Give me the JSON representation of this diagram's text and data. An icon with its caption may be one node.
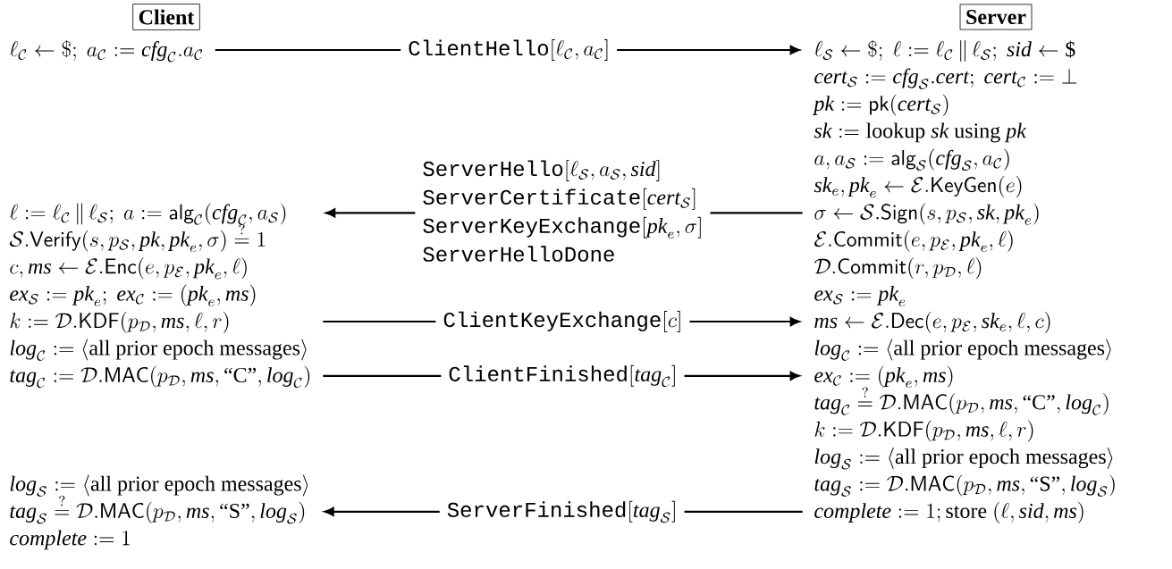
{
  "diagram": {
    "nodes": [
      {
        "text": [
          "Client"
        ]
      },
      {
        "text": [
          "Server"
        ]
      },
      {
        "text": [
          "\\ell_{\\mathcal{C}} \\leftarrow \\$;\\ a_{\\mathcal{C}} := \\mathit{cfg}_{\\mathcal{C}}.a_{\\mathcal{C}}"
        ]
      },
      {
        "text": [
          "\\ell_{\\mathcal{S}} \\leftarrow \\$;\\ \\ell := \\ell_{\\mathcal{C}} \\,\\|\\, \\ell_{\\mathcal{S}};\\ \\mathit{sid} \\leftarrow \\text{\\$}",
          "\\mathit{cert}_{\\mathcal{S}} := \\mathit{cfg}_{\\mathcal{S}}.\\mathit{cert};\\ \\mathit{cert}_{\\mathcal{C}} := \\bot",
          "\\mathit{pk} := \\mathsf{pk}(\\mathit{cert}_{\\mathcal{S}})",
          "\\mathit{sk} := \\text{lookup } \\mathit{sk} \\text{ using } \\mathit{pk}",
          "a, a_{\\mathcal{S}} := \\mathsf{alg}_{\\mathcal{S}}(\\mathit{cfg}_{\\mathcal{S}}, a_{\\mathcal{C}})",
          "\\mathit{sk}_e, \\mathit{pk}_e \\leftarrow \\mathcal{E}.\\mathsf{KeyGen}(e)",
          "\\sigma \\leftarrow \\mathcal{S}.\\mathsf{Sign}(s, p_{\\mathcal{S}}, \\mathit{sk}, \\mathit{pk}_e)",
          "\\mathcal{E}.\\mathsf{Commit}(e, p_{\\mathcal{E}}, \\mathit{pk}_e, \\ell)",
          "\\mathcal{D}.\\mathsf{Commit}(r, p_{\\mathcal{D}}, \\ell)"
        ]
      },
      {
        "text": [
          "\\ell := \\ell_{\\mathcal{C}} \\,\\|\\, \\ell_{\\mathcal{S}};\\ a := \\mathsf{alg}_{\\mathcal{C}}(\\mathit{cfg}_{\\mathcal{C}}, a_{\\mathcal{S}})",
          "\\mathcal{S}.\\mathsf{Verify}(s, p_{\\mathcal{S}}, \\mathit{pk}, \\mathit{pk}_e, \\sigma) \\stackrel{?}{=} 1",
          "c, \\mathit{ms} \\leftarrow \\mathcal{E}.\\mathsf{Enc}(e, p_{\\mathcal{E}}, \\mathit{pk}_e, \\ell)",
          "\\mathit{ex}_{\\mathcal{S}} := \\mathit{pk}_e;\\ \\mathit{ex}_{\\mathcal{C}} := (\\mathit{pk}_e, \\mathit{ms})",
          "k := \\mathcal{D}.\\mathsf{KDF}(p_{\\mathcal{D}}, \\mathit{ms}, \\ell, r)",
          "\\mathit{log}_{\\mathcal{C}} := \\langle\\text{all prior epoch messages}\\rangle",
          "\\mathit{tag}_{\\mathcal{C}} := \\mathcal{D}.\\mathsf{MAC}(p_{\\mathcal{D}}, \\mathit{ms}, \\text{``C''}, \\mathit{log}_{\\mathcal{C}})"
        ]
      },
      {
        "text": [
          "\\mathit{ex}_{\\mathcal{S}} := \\mathit{pk}_e",
          "\\mathit{ms} \\leftarrow \\mathcal{E}.\\mathsf{Dec}(e, p_{\\mathcal{E}}, \\mathit{sk}_e, \\ell, c)",
          "\\mathit{log}_{\\mathcal{C}} := \\langle\\text{all prior epoch messages}\\rangle",
          "\\mathit{ex}_{\\mathcal{C}} := (\\mathit{pk}_e, \\mathit{ms})",
          "\\mathit{tag}_{\\mathcal{C}} \\stackrel{?}{=} \\mathcal{D}.\\mathsf{MAC}(p_{\\mathcal{D}}, \\mathit{ms}, \\text{``C''}, \\mathit{log}_{\\mathcal{C}})",
          "k := \\mathcal{D}.\\mathsf{KDF}(p_{\\mathcal{D}}, \\mathit{ms}, \\ell, r)",
          "\\mathit{log}_{\\mathcal{S}} := \\langle\\text{all prior epoch messages}\\rangle",
          "\\mathit{tag}_{\\mathcal{S}} := \\mathcal{D}.\\mathsf{MAC}(p_{\\mathcal{D}}, \\mathit{ms}, \\text{``S''}, \\mathit{log}_{\\mathcal{S}})",
          "\\mathit{complete} := 1; \\text{store } (\\ell, \\mathit{sid}, \\mathit{ms})"
        ]
      },
      {
        "text": [
          "\\mathit{log}_{\\mathcal{S}} := \\langle\\text{all prior epoch messages}\\rangle",
          "\\mathit{tag}_{\\mathcal{S}} \\stackrel{?}{=} \\mathcal{D}.\\mathsf{MAC}(p_{\\mathcal{D}}, \\mathit{ms}, \\text{``S''}, \\mathit{log}_{\\mathcal{S}})",
          "\\mathit{complete} := 1"
        ]
      }
    ],
    "edges": [
      {
        "from": 2,
        "to": 3,
        "arrow": "to",
        "label": "\\texttt{ClientHello}[\\ell_{\\mathcal{C}}, a_{\\mathcal{C}}]"
      },
      {
        "from": 3,
        "to": 4,
        "arrow": "to",
        "label": "\\begin{array}{@{}l@{}}\\texttt{ServerHello}[\\ell_{\\mathcal{S}}, a_{\\mathcal{S}}, \\mathit{sid}] \\\\ \\texttt{ServerCertificate}[\\mathit{cert}_{\\mathcal{S}}] \\\\ \\texttt{ServerKeyExchange}[\\mathit{pk}_e, \\sigma] \\\\ \\texttt{ServerHelloDone}\\end{array}"
      },
      {
        "from": 4,
        "to": 5,
        "arrow": "to",
        "label": "\\texttt{ClientKeyExchange}[c]"
      },
      {
        "from": 4,
        "to": 5,
        "arrow": "to",
        "label": "\\texttt{ClientFinished}[\\mathit{tag}_{\\mathcal{C}}]"
      },
      {
        "from": 5,
        "to": 6,
        "arrow": "to",
        "label": "\\texttt{ServerFinished}[\\mathit{tag}_{\\mathcal{S}}]"
      }
    ]
  }
}
